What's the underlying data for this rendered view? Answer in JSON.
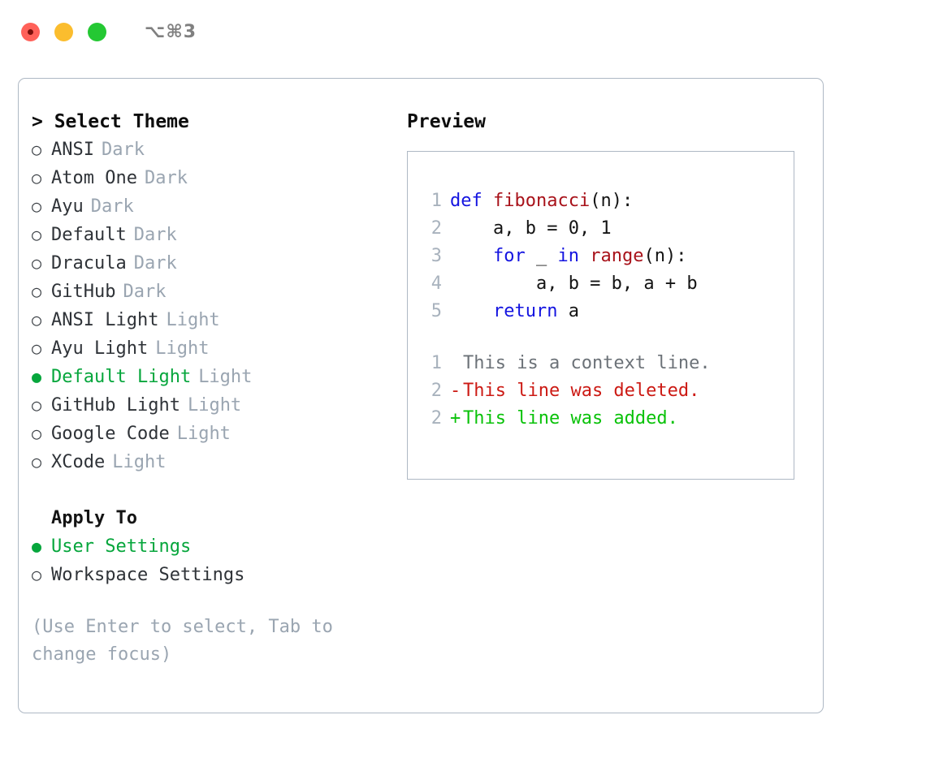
{
  "titlebar": {
    "shortcut": "⌥⌘3",
    "buttons": [
      {
        "name": "close",
        "color": "#ff6159"
      },
      {
        "name": "minimize",
        "color": "#fbbd2e"
      },
      {
        "name": "maximize",
        "color": "#24c833"
      }
    ]
  },
  "theme_list": {
    "title": "> Select Theme",
    "bullet_selected": "●",
    "bullet_unselected": "○",
    "items": [
      {
        "label": "ANSI",
        "variant": "Dark",
        "selected": false
      },
      {
        "label": "Atom One",
        "variant": "Dark",
        "selected": false
      },
      {
        "label": "Ayu",
        "variant": "Dark",
        "selected": false
      },
      {
        "label": "Default",
        "variant": "Dark",
        "selected": false
      },
      {
        "label": "Dracula",
        "variant": "Dark",
        "selected": false
      },
      {
        "label": "GitHub",
        "variant": "Dark",
        "selected": false
      },
      {
        "label": "ANSI Light",
        "variant": "Light",
        "selected": false
      },
      {
        "label": "Ayu Light",
        "variant": "Light",
        "selected": false
      },
      {
        "label": "Default Light",
        "variant": "Light",
        "selected": true
      },
      {
        "label": "GitHub Light",
        "variant": "Light",
        "selected": false
      },
      {
        "label": "Google Code",
        "variant": "Light",
        "selected": false
      },
      {
        "label": "XCode",
        "variant": "Light",
        "selected": false
      }
    ]
  },
  "apply_to": {
    "header": "Apply To",
    "items": [
      {
        "label": "User Settings",
        "selected": true
      },
      {
        "label": "Workspace Settings",
        "selected": false
      }
    ]
  },
  "hint": {
    "line1": "(Use Enter to select, Tab to",
    "line2": "change focus)"
  },
  "preview": {
    "title": "Preview",
    "code": [
      {
        "num": "1",
        "tokens": [
          {
            "t": "def ",
            "c": "kw"
          },
          {
            "t": "fibonacci",
            "c": "fn"
          },
          {
            "t": "(n):",
            "c": "plain"
          }
        ]
      },
      {
        "num": "2",
        "tokens": [
          {
            "t": "    a, b = 0, 1",
            "c": "plain"
          }
        ]
      },
      {
        "num": "3",
        "tokens": [
          {
            "t": "    ",
            "c": "plain"
          },
          {
            "t": "for",
            "c": "kw"
          },
          {
            "t": " _ ",
            "c": "plain"
          },
          {
            "t": "in ",
            "c": "kw"
          },
          {
            "t": "range",
            "c": "fn"
          },
          {
            "t": "(n):",
            "c": "plain"
          }
        ]
      },
      {
        "num": "4",
        "tokens": [
          {
            "t": "        a, b = b, a + b",
            "c": "plain"
          }
        ]
      },
      {
        "num": "5",
        "tokens": [
          {
            "t": "    ",
            "c": "plain"
          },
          {
            "t": "return",
            "c": "kw"
          },
          {
            "t": " a",
            "c": "plain"
          }
        ]
      }
    ],
    "diff": [
      {
        "num": "1",
        "mark": " ",
        "text": "This is a context line.",
        "kind": "ctx"
      },
      {
        "num": "2",
        "mark": "-",
        "text": "This line was deleted.",
        "kind": "del"
      },
      {
        "num": "2",
        "mark": "+",
        "text": "This line was added.",
        "kind": "add"
      }
    ]
  },
  "colors": {
    "selected_green": "#06a63c",
    "muted": "#9aa5b1",
    "keyword_blue": "#1414e0",
    "function_red": "#a8121a",
    "diff_delete": "#cc1a14",
    "diff_add": "#09c209",
    "border": "#aeb8c4"
  }
}
